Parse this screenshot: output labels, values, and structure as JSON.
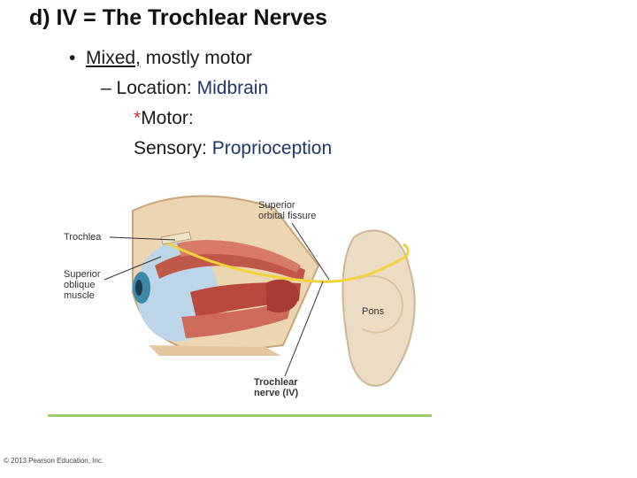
{
  "slide": {
    "title": "d)  IV = The Trochlear Nerves",
    "bullet_marker": "•",
    "bullet": {
      "emphasis": "Mixed,",
      "rest": " mostly motor"
    },
    "location": {
      "dash": "–",
      "label": "Location: ",
      "value": "Midbrain"
    },
    "motor": {
      "star": "*",
      "label": "Motor:"
    },
    "sensory": {
      "label": "Sensory: ",
      "value": "Proprioception"
    }
  },
  "figure": {
    "labels": {
      "trochlea": "Trochlea",
      "superior_oblique_1": "Superior",
      "superior_oblique_2": "oblique",
      "superior_oblique_3": "muscle",
      "sof_1": "Superior",
      "sof_2": "orbital fissure",
      "pons": "Pons",
      "nerve_1": "Trochlear",
      "nerve_2": "nerve (IV)"
    }
  },
  "copyright": "© 2013 Pearson Education, Inc.",
  "colors": {
    "accent_text": "#1f3864",
    "nerve": "#f2d23a",
    "muscle": "#c0584a",
    "eye_iris": "#3a8aa8",
    "pons": "#ecdcc4",
    "baseline": "#9ccc65"
  }
}
